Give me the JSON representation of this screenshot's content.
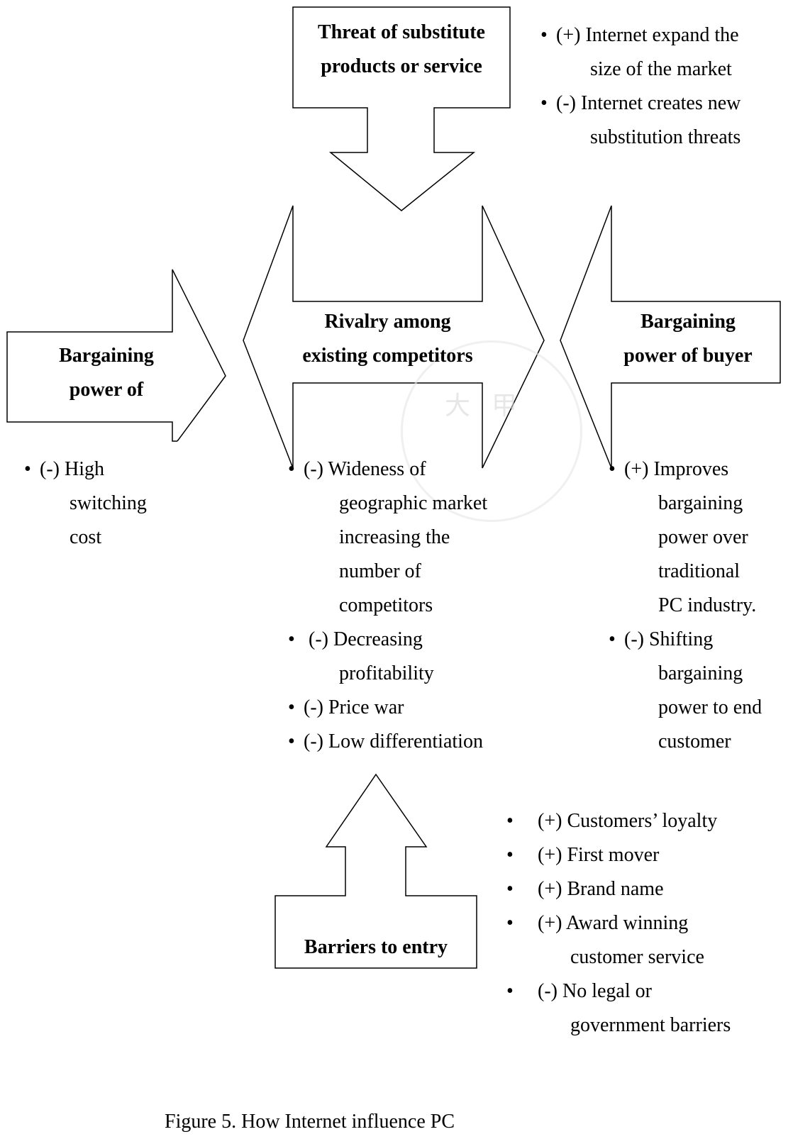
{
  "substitutes": {
    "label_line1": "Threat of substitute",
    "label_line2": "products or service",
    "bullets": [
      {
        "bullet": "•",
        "text": "(+) Internet expand the",
        "cont": "size of the market"
      },
      {
        "bullet": "•",
        "text": "(-) Internet creates new",
        "cont": "substitution threats"
      }
    ]
  },
  "rivalry": {
    "label_line1": "Rivalry among",
    "label_line2": "existing competitors",
    "bullets": [
      {
        "bullet": "•",
        "text": "(-) Wideness of",
        "cont1": "geographic market",
        "cont2": "increasing the",
        "cont3": "number of",
        "cont4": "competitors"
      },
      {
        "bullet": "•",
        "text": " (-) Decreasing",
        "cont1": "profitability"
      },
      {
        "bullet": "•",
        "text": "(-) Price war"
      },
      {
        "bullet": "•",
        "text": "(-) Low differentiation"
      }
    ]
  },
  "suppliers": {
    "label_line1": "Bargaining",
    "label_line2": "power of",
    "bullets": [
      {
        "bullet": "•",
        "text": "(-) High",
        "cont1": "switching",
        "cont2": "cost"
      }
    ]
  },
  "buyers": {
    "label_line1": "Bargaining",
    "label_line2": "power of buyer",
    "bullets": [
      {
        "bullet": "•",
        "text": "(+) Improves",
        "cont1": "bargaining",
        "cont2": "power over",
        "cont3": "traditional",
        "cont4": "PC industry."
      },
      {
        "bullet": "•",
        "text": "(-) Shifting",
        "cont1": "bargaining",
        "cont2": "power to end",
        "cont3": "customer"
      }
    ]
  },
  "entry": {
    "label": "Barriers to entry",
    "bullets": [
      {
        "bullet": "•",
        "text": "(+) Customers’ loyalty"
      },
      {
        "bullet": "•",
        "text": "(+) First mover"
      },
      {
        "bullet": "•",
        "text": "(+) Brand name"
      },
      {
        "bullet": "•",
        "text": "(+) Award winning",
        "cont1": "customer service"
      },
      {
        "bullet": "•",
        "text": "(-) No legal or",
        "cont1": "government barriers"
      }
    ]
  },
  "watermark": {
    "chars": "大甲"
  },
  "caption": "Figure 5. How Internet influence PC"
}
